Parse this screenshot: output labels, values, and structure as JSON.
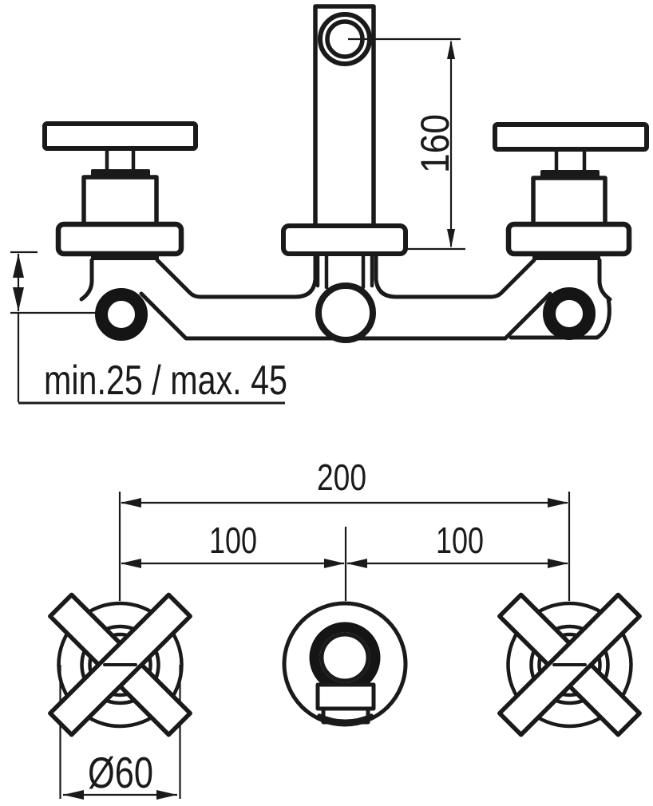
{
  "drawing": {
    "type": "technical-dimension-drawing",
    "subject": "wall-mounted three-hole basin mixer with cross handles",
    "colors": {
      "line": "#1a1a1a",
      "background": "#ffffff"
    },
    "front_view": {
      "dim_spout_height": "160",
      "dim_wall_depth": "min.25 / max. 45"
    },
    "plan_view": {
      "dim_total_spacing": "200",
      "dim_left_spacing": "100",
      "dim_right_spacing": "100",
      "dim_handle_diameter": "Ø60"
    }
  }
}
